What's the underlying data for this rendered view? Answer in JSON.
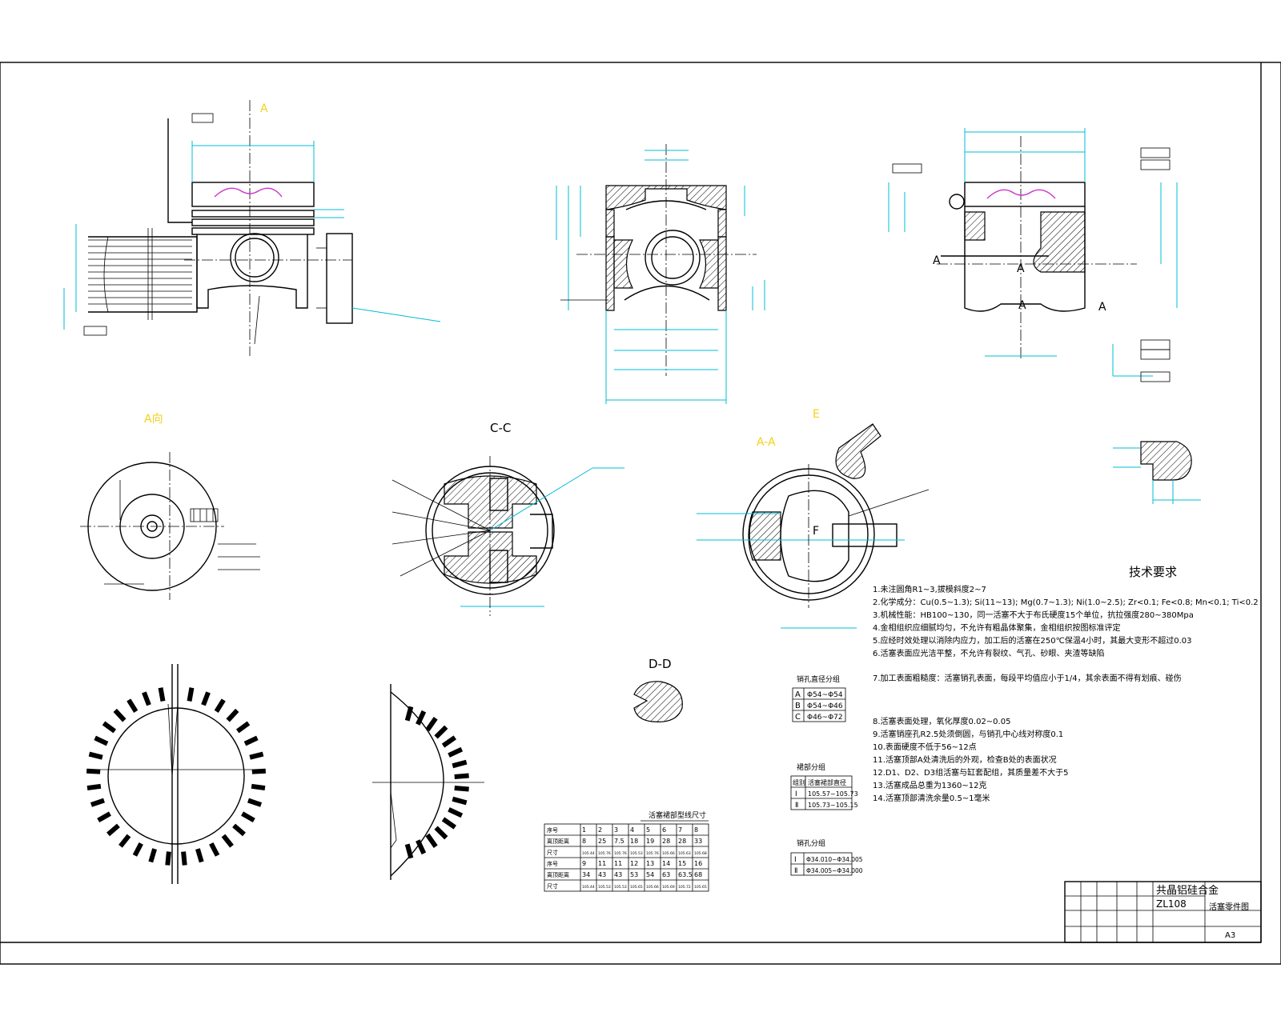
{
  "view_labels": {
    "top_view": "A",
    "a_view": "A向",
    "section_cc": "C-C",
    "section_aa": "A-A",
    "section_dd": "D-D",
    "mark_e": "E",
    "mark_f": "F"
  },
  "tech_requirements": {
    "title": "技术要求",
    "items": [
      "1.未注圆角R1~3,拔模斜度2~7",
      "2.化学成分：Cu(0.5~1.3); Si(11~13); Mg(0.7~1.3); Ni(1.0~2.5); Zr<0.1; Fe<0.8; Mn<0.1; Ti<0.2",
      "3.机械性能：HB100~130，同一活塞不大于布氏硬度15个单位，抗拉强度280~380Mpa",
      "4.金相组织应细腻均匀，不允许有粗晶体聚集，金相组织按图标准评定",
      "5.应经时效处理以消除内应力，加工后的活塞在250℃保温4小时，其最大变形不超过0.03",
      "6.活塞表面应光洁平整，不允许有裂纹、气孔、砂眼、夹渣等缺陷",
      "7.加工表面粗糙度：活塞销孔表面，每段平均值应小于1/4，其余表面不得有划痕、碰伤",
      "8.活塞表面处理，氧化厚度0.02~0.05",
      "9.活塞销座孔R2.5处须倒圆，与销孔中心线对称度0.1",
      "10.表面硬度不低于56~12点",
      "11.活塞顶部A处清洗后的外观，检查B处的表面状况",
      "12.D1、D2、D3组活塞与缸套配组，其质量差不大于5",
      "13.活塞成品总重为1360~12克",
      "14.活塞顶部清洗余量0.5~1毫米"
    ]
  },
  "title_block": {
    "material": "共晶铝硅合金",
    "material_code": "ZL108",
    "drawing_name": "活塞零件图",
    "sheet_size": "A3"
  },
  "group_table_a": {
    "title": "销孔直径分组",
    "rows": [
      {
        "code": "A",
        "range": "Φ54~Φ54"
      },
      {
        "code": "B",
        "range": "Φ54~Φ46"
      },
      {
        "code": "C",
        "range": "Φ46~Φ72"
      }
    ]
  },
  "group_table_b": {
    "title": "裙部分组",
    "rows": [
      {
        "code": "组别",
        "range": "活塞裙部直径"
      },
      {
        "code": "Ⅰ",
        "range": "105.57~105.73"
      },
      {
        "code": "Ⅱ",
        "range": "105.73~105.15"
      }
    ]
  },
  "group_table_c": {
    "title": "销孔分组",
    "rows": [
      {
        "code": "Ⅰ",
        "range": "Φ34.010~Φ34.005"
      },
      {
        "code": "Ⅱ",
        "range": "Φ34.005~Φ34.000"
      }
    ]
  },
  "profile_table": {
    "title": "活塞裙部型线尺寸",
    "row1_head": "序号",
    "row1": [
      "1",
      "2",
      "3",
      "4",
      "5",
      "6",
      "7",
      "8"
    ],
    "row2_head": "离顶距离",
    "row2": [
      "8",
      "25",
      "7.5",
      "18",
      "19",
      "28",
      "28",
      "33"
    ],
    "row3_head": "尺寸",
    "row3": [
      "105.44",
      "105.76",
      "105.76",
      "105.53",
      "105.76",
      "105.66",
      "105.63",
      "105.68"
    ],
    "row4_head": "序号",
    "row4": [
      "9",
      "11",
      "11",
      "12",
      "13",
      "14",
      "15",
      "16"
    ],
    "row5_head": "离顶距离",
    "row5": [
      "34",
      "43",
      "43",
      "53",
      "54",
      "63",
      "63.5",
      "68"
    ],
    "row6_head": "尺寸",
    "row6": [
      "105.44",
      "105.53",
      "105.53",
      "105.65",
      "105.66",
      "105.69",
      "105.72",
      "105.65"
    ]
  }
}
